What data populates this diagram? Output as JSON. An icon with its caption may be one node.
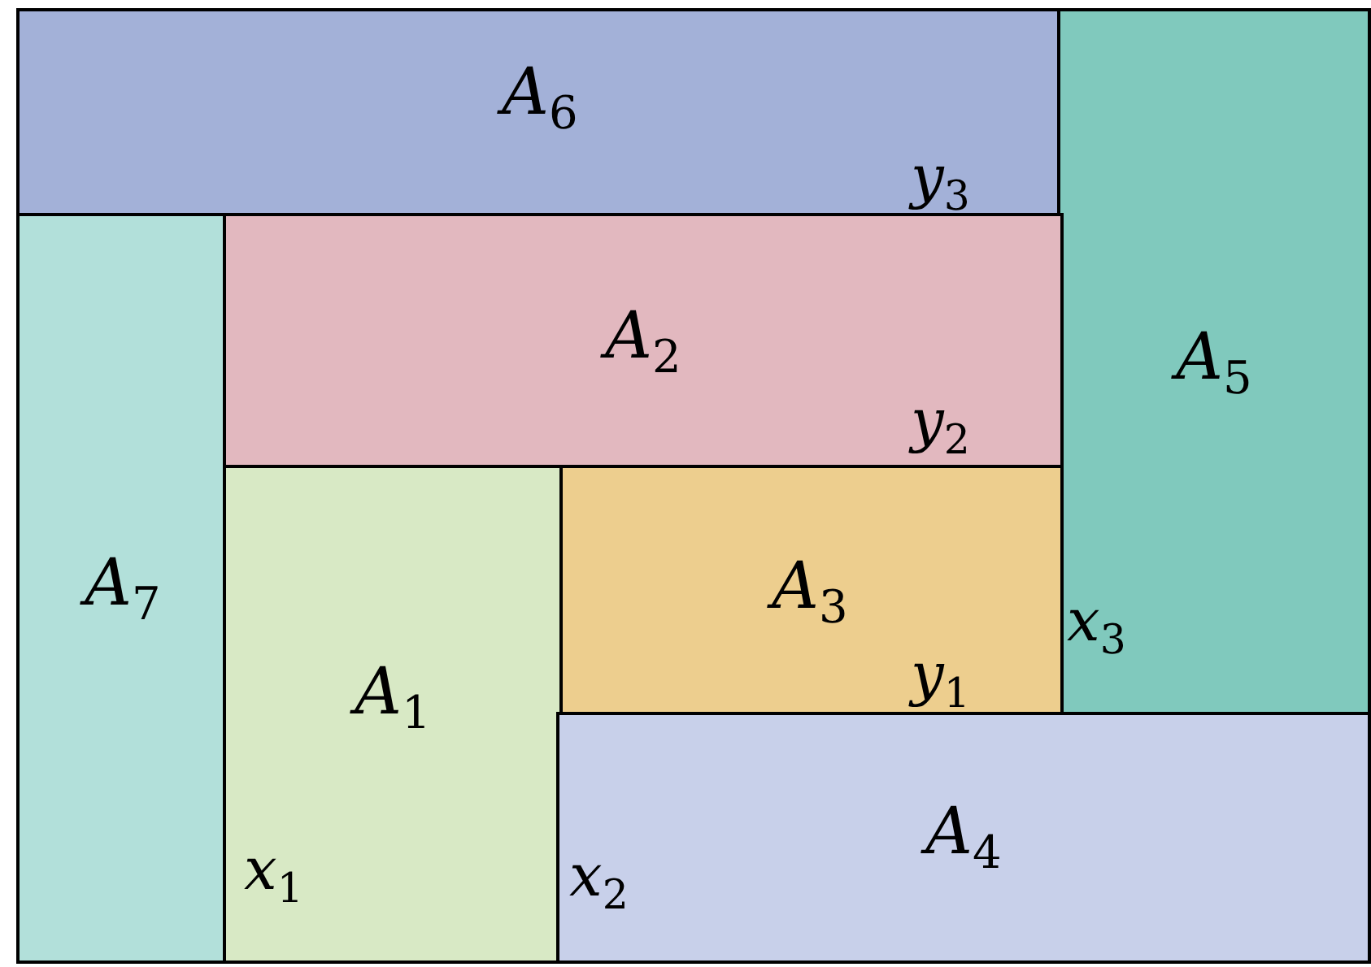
{
  "diagram": {
    "nodes": [
      {
        "text": [
          "A$_{6}$"
        ]
      },
      {
        "text": [
          "A$_{5}$"
        ]
      },
      {
        "text": [
          "A$_{7}$"
        ]
      },
      {
        "text": [
          "A$_{2}$"
        ]
      },
      {
        "text": [
          "A$_{3}$"
        ]
      },
      {
        "text": [
          "A$_{1}$"
        ]
      },
      {
        "text": [
          "A$_{4}$"
        ]
      }
    ],
    "edges": [],
    "labels": [
      "y$_{3}$",
      "y$_{2}$",
      "x$_{3}$",
      "y$_{1}$",
      "x$_{1}$",
      "x$_{2}$"
    ]
  }
}
